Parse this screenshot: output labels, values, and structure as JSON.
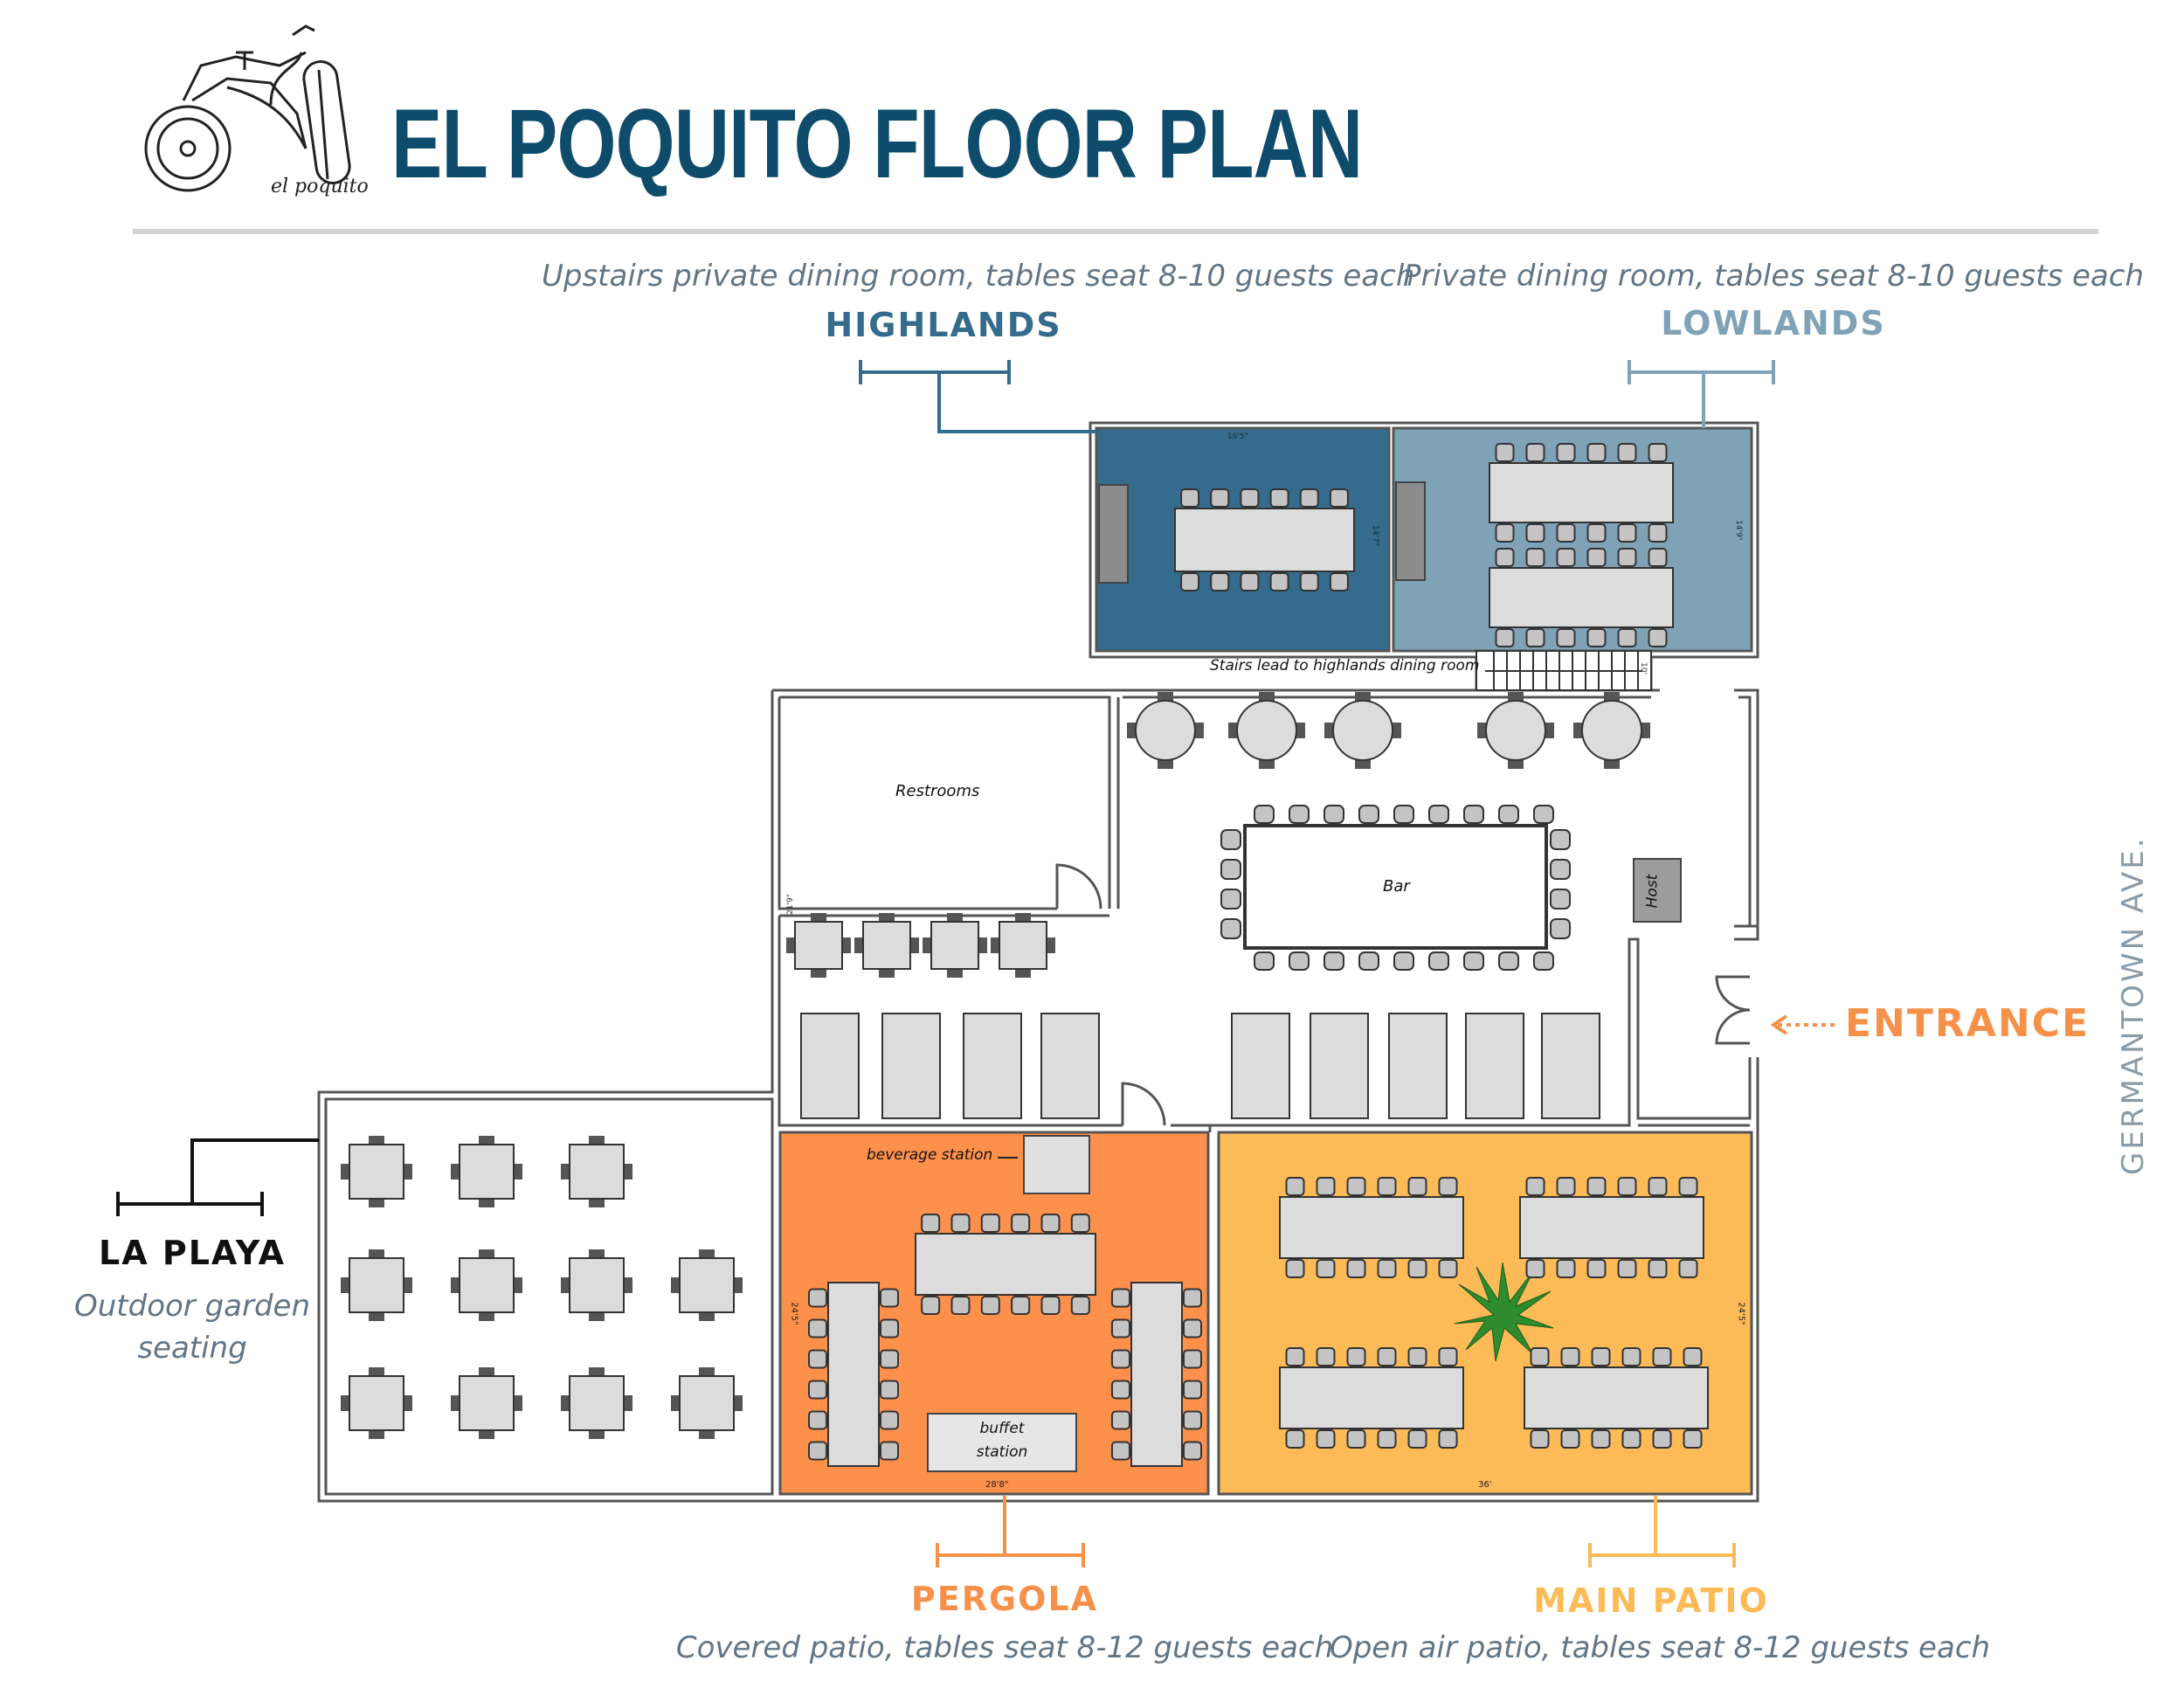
{
  "header": {
    "title": "EL POQUITO FLOOR PLAN",
    "logo_text": "el poquito"
  },
  "rooms": {
    "highlands": {
      "name": "HIGHLANDS",
      "desc": "Upstairs private dining room, tables seat 8-10 guests each",
      "dim_width": "16'5\"",
      "dim_height": "14'7\""
    },
    "lowlands": {
      "name": "LOWLANDS",
      "desc": "Private dining room, tables seat 8-10 guests each",
      "dim_height": "14'9\""
    },
    "la_playa": {
      "name": "LA PLAYA",
      "desc_line1": "Outdoor garden",
      "desc_line2": "seating"
    },
    "pergola": {
      "name": "PERGOLA",
      "desc": "Covered patio, tables seat 8-12 guests each",
      "dim_width": "28'8\"",
      "dim_height": "24'5\""
    },
    "main_patio": {
      "name": "MAIN PATIO",
      "desc": "Open air patio, tables seat 8-12 guests each",
      "dim_width": "36'",
      "dim_height": "24'5\""
    }
  },
  "plan_labels": {
    "stairs": "Stairs lead to highlands dining room",
    "stairs_dim": "10'",
    "restrooms": "Restrooms",
    "restrooms_dim": "21'9\"",
    "bar": "Bar",
    "host": "Host",
    "beverage_station": "beverage station",
    "buffet_line1": "buffet",
    "buffet_line2": "station"
  },
  "entrance": "ENTRANCE",
  "street": "GERMANTOWN AVE.",
  "colors": {
    "highlands": "#356b8c",
    "lowlands": "#7fa2b7",
    "pergola": "#fd904b",
    "main_patio": "#fdbb57",
    "title": "#0f4c6b",
    "entrance": "#f6914a",
    "italic_gray": "#627585",
    "table_fill": "#dcdcdc",
    "wall": "#555555"
  }
}
